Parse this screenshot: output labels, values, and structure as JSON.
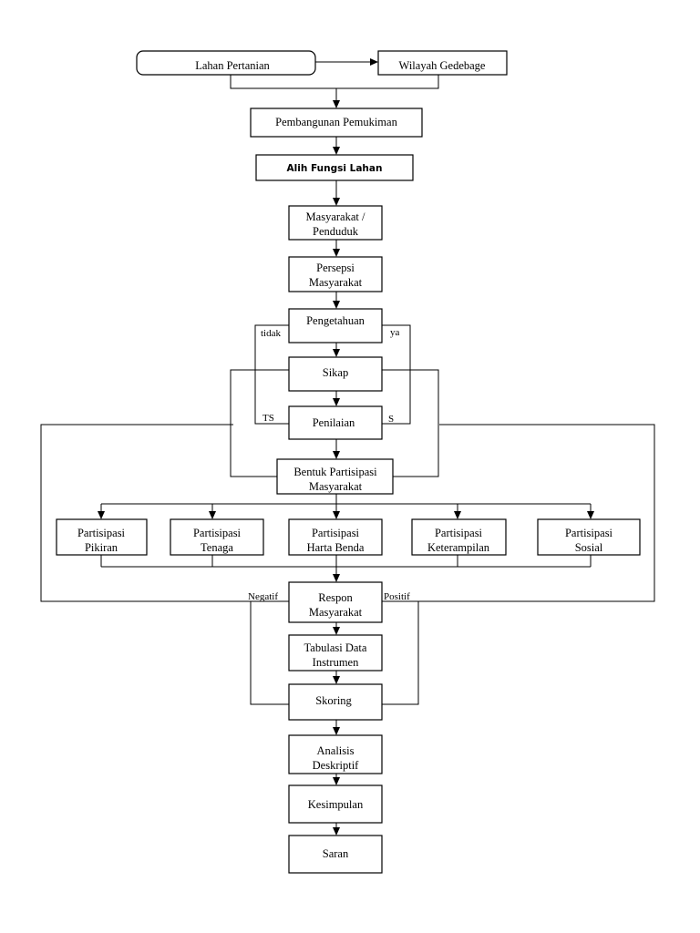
{
  "nodes": {
    "lahan_pertanian": "Lahan Pertanian",
    "wilayah_gedebage": "Wilayah Gedebage",
    "pembangunan_pemukiman": "Pembangunan Pemukiman",
    "alih_fungsi_lahan": "Alih Fungsi Lahan",
    "masyarakat_penduduk": [
      "Masyarakat /",
      "Penduduk"
    ],
    "persepsi_masyarakat": [
      "Persepsi",
      "Masyarakat"
    ],
    "pengetahuan": "Pengetahuan",
    "sikap": "Sikap",
    "penilaian": "Penilaian",
    "bentuk_partisipasi": [
      "Bentuk Partisipasi",
      "Masyarakat"
    ],
    "partisipasi_pikiran": [
      "Partisipasi",
      "Pikiran"
    ],
    "partisipasi_tenaga": [
      "Partisipasi",
      "Tenaga"
    ],
    "partisipasi_harta_benda": [
      "Partisipasi",
      "Harta Benda"
    ],
    "partisipasi_keterampilan": [
      "Partisipasi",
      "Keterampilan"
    ],
    "partisipasi_sosial": [
      "Partisipasi",
      "Sosial"
    ],
    "respon_masyarakat": [
      "Respon",
      "Masyarakat"
    ],
    "tabulasi_data": [
      "Tabulasi Data",
      "Instrumen"
    ],
    "skoring": "Skoring",
    "analisis_deskriptif": [
      "Analisis",
      "Deskriptif"
    ],
    "kesimpulan": "Kesimpulan",
    "saran": "Saran"
  },
  "labels": {
    "tidak": "tidak",
    "ya": "ya",
    "ts": "TS",
    "s": "S",
    "negatif": "Negatif",
    "positif": "Positif"
  }
}
